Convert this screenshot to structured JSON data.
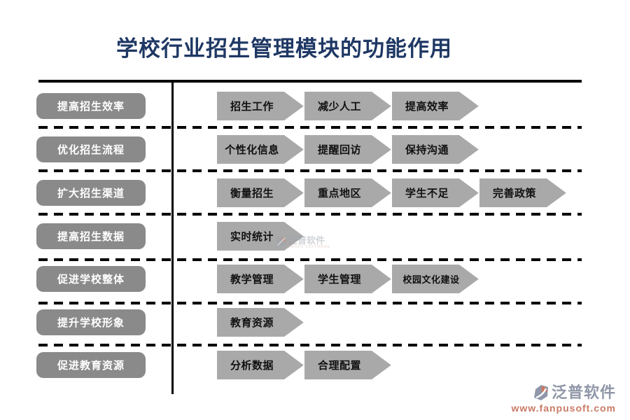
{
  "title": "学校行业招生管理模块的功能作用",
  "colors": {
    "title": "#1F3864",
    "label_bg": "#8A8A8A",
    "label_text": "#FFFFFF",
    "arrow_bg": "#A9A9A9",
    "arrow_text": "#111111",
    "line": "#000000",
    "footer_brand": "#9097A8",
    "footer_url": "#C97A66"
  },
  "rows": [
    {
      "label": "提高招生效率",
      "arrows": [
        "招生工作",
        "减少人工",
        "提高效率"
      ]
    },
    {
      "label": "优化招生流程",
      "arrows": [
        "个性化信息",
        "提醒回访",
        "保持沟通"
      ]
    },
    {
      "label": "扩大招生渠道",
      "arrows": [
        "衡量招生",
        "重点地区",
        "学生不足",
        "完善政策"
      ]
    },
    {
      "label": "提高招生数据",
      "arrows": [
        "实时统计"
      ]
    },
    {
      "label": "促进学校整体",
      "arrows": [
        "教学管理",
        "学生管理",
        "校园文化建设"
      ]
    },
    {
      "label": "提升学校形象",
      "arrows": [
        "教育资源"
      ]
    },
    {
      "label": "促进教育资源",
      "arrows": [
        "分析数据",
        "合理配置"
      ]
    }
  ],
  "watermark": {
    "brand": "泛普软件",
    "caption": "FANPU SOFTWARE"
  },
  "footer": {
    "brand": "泛普软件",
    "url": "www.fanpusoft.com"
  }
}
